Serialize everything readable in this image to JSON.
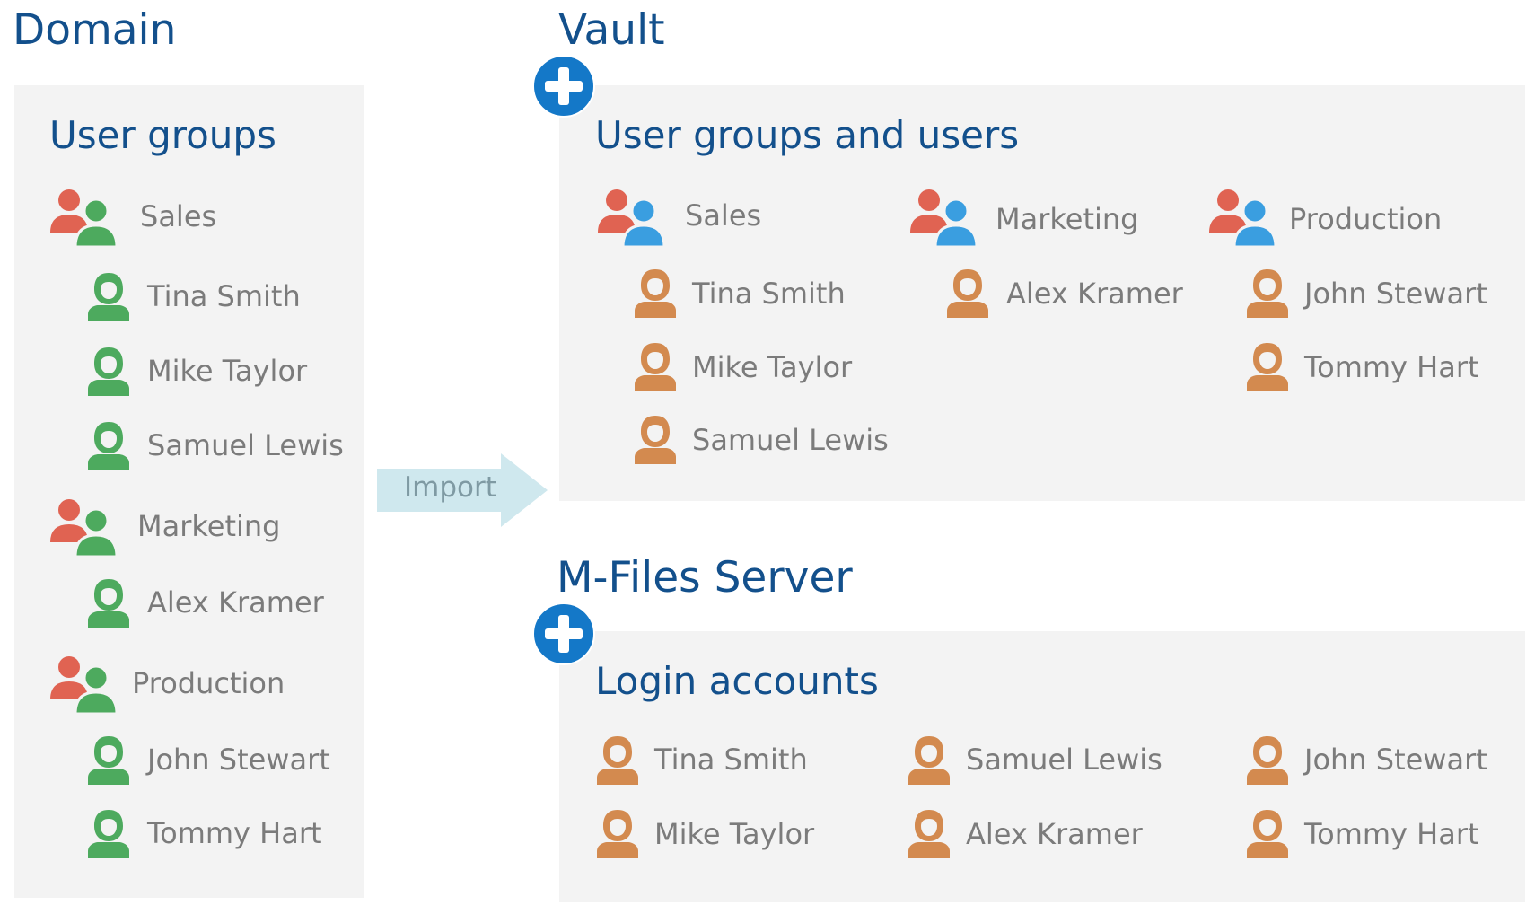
{
  "colors": {
    "title": "#13508c",
    "panel": "#f3f3f3",
    "label": "#7b7b7b",
    "group_left": "#e06352",
    "domain_user": "#4daa5e",
    "vault_group_right": "#3a9ee0",
    "vault_user": "#d38a4f",
    "plus_badge": "#1478c8",
    "import_arrow": "#cfe8ee",
    "import_text": "#7f9aa3"
  },
  "domain": {
    "title": "Domain",
    "section_title": "User groups",
    "groups": [
      {
        "name": "Sales",
        "users": [
          "Tina Smith",
          "Mike Taylor",
          "Samuel Lewis"
        ]
      },
      {
        "name": "Marketing",
        "users": [
          "Alex Kramer"
        ]
      },
      {
        "name": "Production",
        "users": [
          "John Stewart",
          "Tommy Hart"
        ]
      }
    ]
  },
  "import": {
    "label": "Import"
  },
  "vault": {
    "title": "Vault",
    "section_title": "User groups and users",
    "add_icon": "plus-circle-icon",
    "columns": [
      {
        "group": "Sales",
        "users": [
          "Tina Smith",
          "Mike Taylor",
          "Samuel Lewis"
        ]
      },
      {
        "group": "Marketing",
        "users": [
          "Alex Kramer"
        ]
      },
      {
        "group": "Production",
        "users": [
          "John Stewart",
          "Tommy Hart"
        ]
      }
    ]
  },
  "server": {
    "title": "M-Files Server",
    "section_title": "Login accounts",
    "add_icon": "plus-circle-icon",
    "accounts": [
      [
        "Tina Smith",
        "Mike Taylor"
      ],
      [
        "Samuel Lewis",
        "Alex Kramer"
      ],
      [
        "John Stewart",
        "Tommy Hart"
      ]
    ]
  }
}
